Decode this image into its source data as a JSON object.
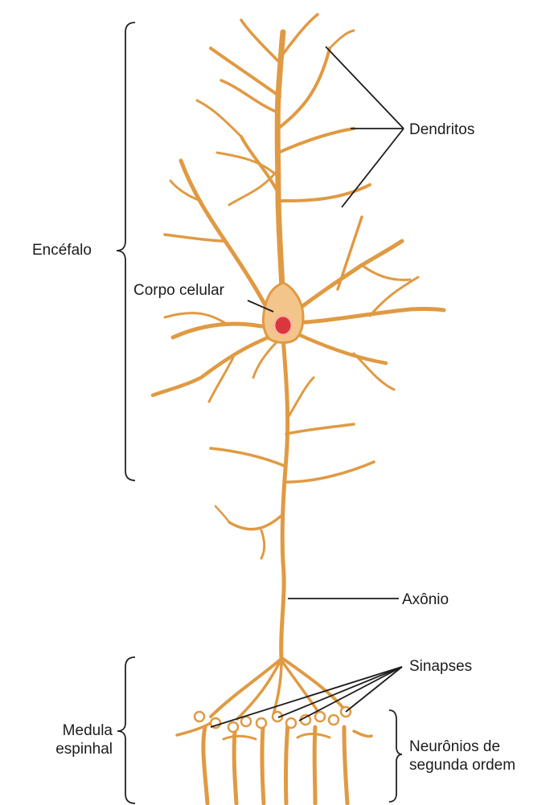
{
  "labels": {
    "dendritos": "Dendritos",
    "encefalo": "Encéfalo",
    "corpo_celular": "Corpo celular",
    "axonio": "Axônio",
    "sinapses": "Sinapses",
    "medula_line1": "Medula",
    "medula_line2": "espinhal",
    "neuronios_line1": "Neurônios de",
    "neuronios_line2": "segunda ordem"
  },
  "colors": {
    "neuron": "#E09A43",
    "neuron_light": "#F3C58A",
    "nucleus_fill": "#D9363E",
    "nucleus_ring": "#F7B7A0",
    "leader_line": "#1c1c1c",
    "brace": "#222222"
  }
}
